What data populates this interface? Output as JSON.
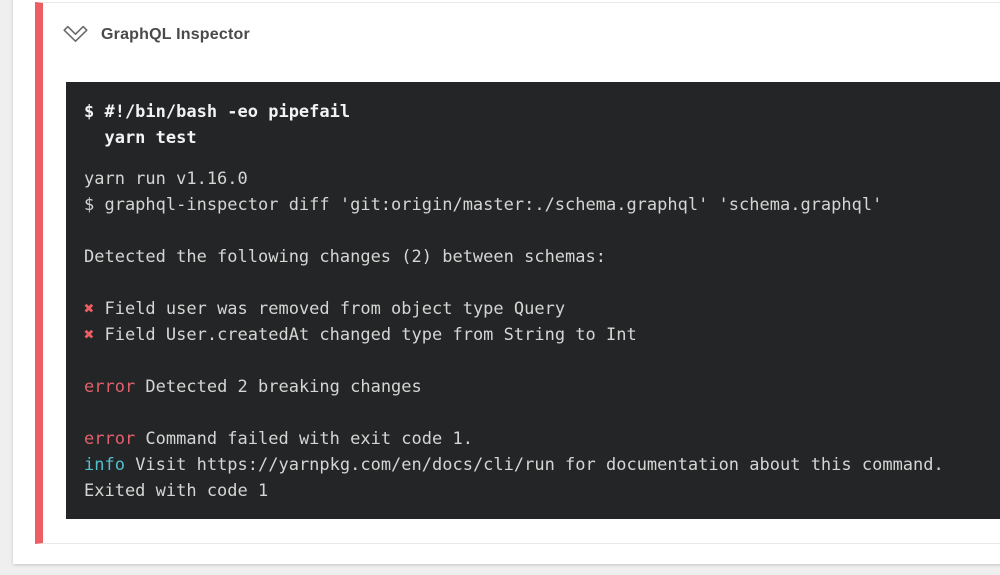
{
  "step": {
    "title": "GraphQL Inspector",
    "toggle_icon": "chevron-double-down"
  },
  "colors": {
    "accent_red": "#ed5e64",
    "terminal_bg": "#232527",
    "error_red": "#e2606c",
    "info_cyan": "#54bfcb",
    "page_bg": "#efefef",
    "card_bg": "#ffffff"
  },
  "terminal": {
    "command_lines": [
      "$ #!/bin/bash -eo pipefail",
      "  yarn test"
    ],
    "output_lines": [
      [
        {
          "text": "yarn run v1.16.0",
          "style": "out"
        }
      ],
      [
        {
          "text": "$ graphql-inspector diff 'git:origin/master:./schema.graphql' 'schema.graphql'",
          "style": "out"
        }
      ],
      [],
      [
        {
          "text": "Detected the following changes (2) between schemas:",
          "style": "out"
        }
      ],
      [],
      [
        {
          "text": "✖",
          "style": "cross"
        },
        {
          "text": " Field user was removed from object type Query",
          "style": "out"
        }
      ],
      [
        {
          "text": "✖",
          "style": "cross"
        },
        {
          "text": " Field User.createdAt changed type from String to Int",
          "style": "out"
        }
      ],
      [],
      [
        {
          "text": "error",
          "style": "error"
        },
        {
          "text": " Detected 2 breaking changes",
          "style": "out"
        }
      ],
      [],
      [
        {
          "text": "error",
          "style": "error"
        },
        {
          "text": " Command failed with exit code 1.",
          "style": "out"
        }
      ],
      [
        {
          "text": "info",
          "style": "info"
        },
        {
          "text": " Visit https://yarnpkg.com/en/docs/cli/run for documentation about this command.",
          "style": "out"
        }
      ],
      [
        {
          "text": "Exited with code 1",
          "style": "out"
        }
      ]
    ]
  }
}
